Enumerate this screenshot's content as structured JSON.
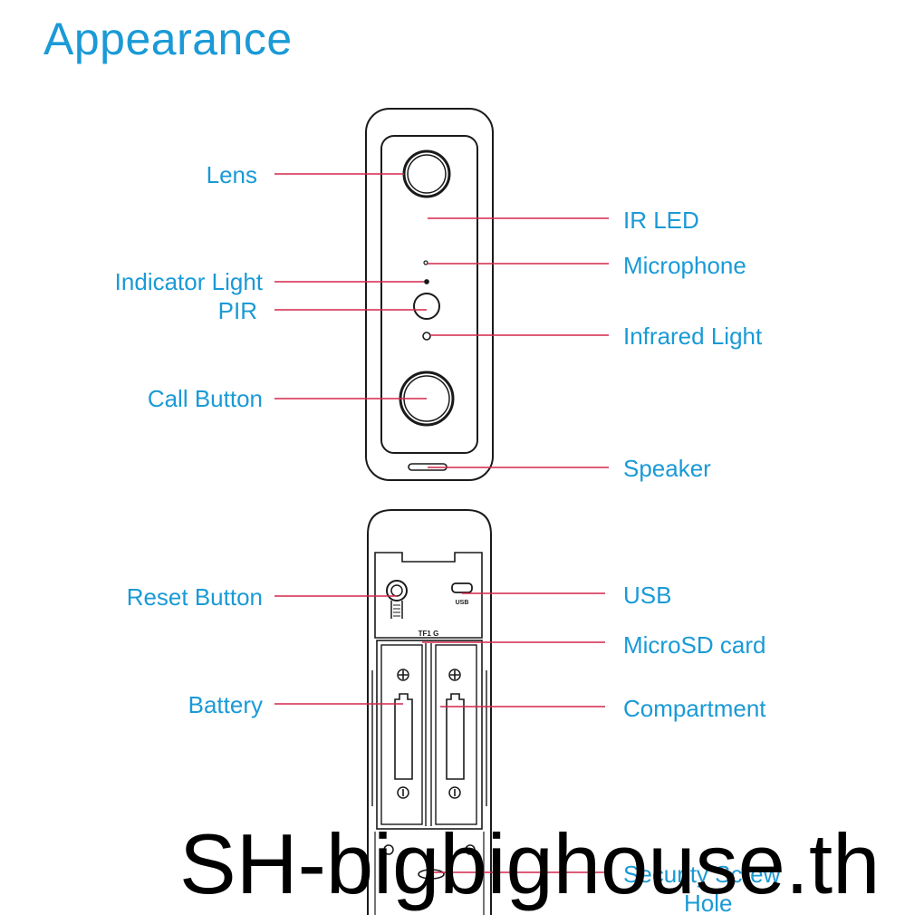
{
  "title": "Appearance",
  "front_labels": {
    "lens": "Lens",
    "ir_led": "IR LED",
    "microphone": "Microphone",
    "indicator_light": "Indicator Light",
    "pir": "PIR",
    "infrared_light": "Infrared Light",
    "call_button": "Call Button",
    "speaker": "Speaker"
  },
  "back_labels": {
    "reset_button": "Reset Button",
    "usb": "USB",
    "microsd_card": "MicroSD card",
    "battery": "Battery",
    "compartment": "Compartment",
    "security_screw_line1": "Security Screw",
    "security_screw_line2": "Hole"
  },
  "device_markings": {
    "usb_port": "USB",
    "sd_slot": "TF1 G"
  },
  "watermark": "SH-bigbighouse.th",
  "colors": {
    "label_text": "#1a9ad6",
    "leader_line": "#d4264a",
    "outline": "#1a1a1a"
  }
}
